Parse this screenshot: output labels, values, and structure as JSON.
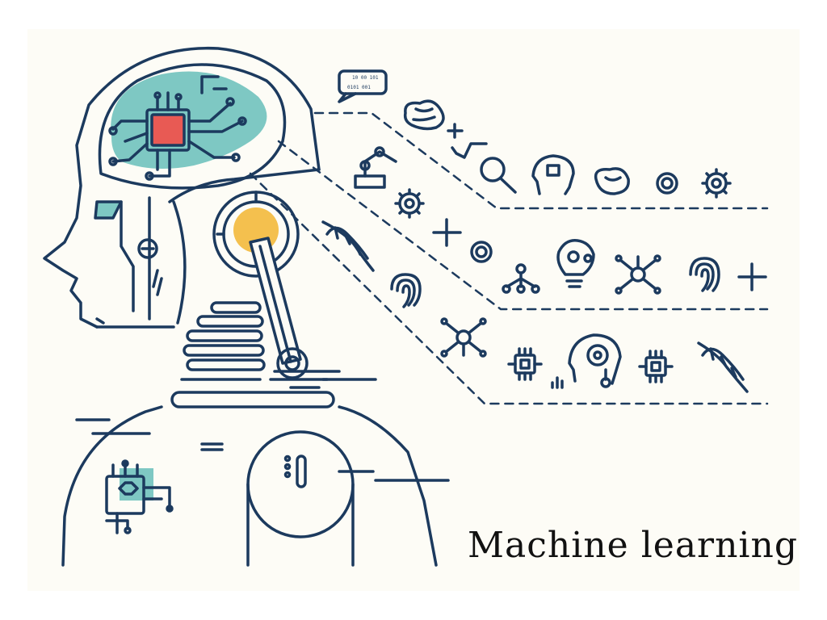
{
  "caption": "Machine learning",
  "speech_bubble": {
    "line1": "10 00 101",
    "line2": "0101 001"
  },
  "colors": {
    "background": "#fdfcf6",
    "stroke": "#1c3a5e",
    "brain_fill": "#7ec8c3",
    "chip_red": "#e85a54",
    "joint_yellow": "#f4c04e",
    "caption": "#111111"
  },
  "icons_row1": [
    "brain-icon",
    "plus-icon",
    "square-root-icon",
    "magnifier-binary-icon",
    "head-circuit-icon",
    "brain-icon",
    "circle-icon",
    "gear-icon"
  ],
  "icons_row2": [
    "robot-arm-icon",
    "gear-icon",
    "plus-icon",
    "circle-icon",
    "network-tree-icon",
    "lightbulb-gears-icon",
    "network-node-icon",
    "fingerprint-icon",
    "plus-icon"
  ],
  "icons_row3": [
    "dna-icon",
    "fingerprint-icon",
    "network-node-icon",
    "chip-icon",
    "bar-chart-icon",
    "head-gear-icon",
    "chip-icon",
    "dna-icon"
  ]
}
